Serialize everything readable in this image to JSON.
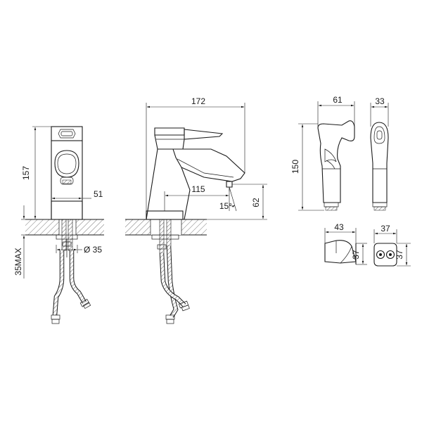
{
  "front_view": {
    "height": "157",
    "depth": "51",
    "diameter": "Ø 35",
    "max_thickness": "35MAX"
  },
  "side_view": {
    "length": "172",
    "spout_reach": "115",
    "spout_height": "62",
    "angle": "15°"
  },
  "hand_shower": {
    "width": "61",
    "depth": "33",
    "length": "150"
  },
  "holder": {
    "width": "43",
    "height": "37",
    "front_width": "37",
    "front_height": "37"
  }
}
